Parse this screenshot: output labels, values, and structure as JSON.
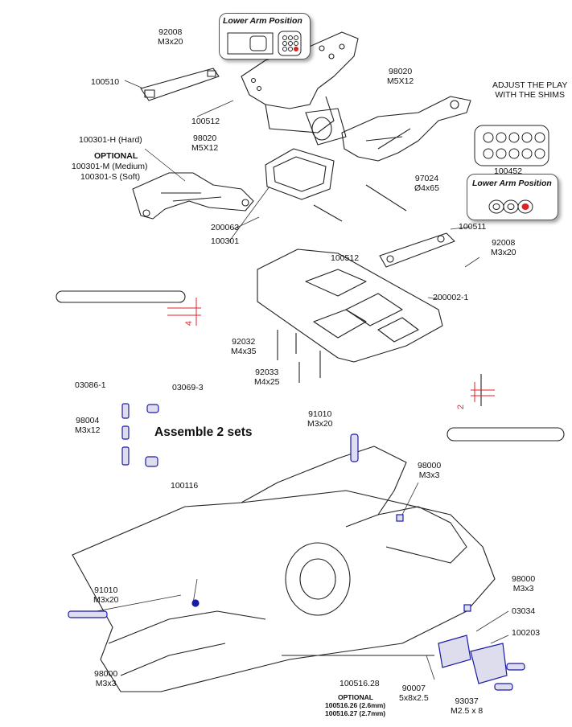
{
  "labels": {
    "p92008_top": {
      "num": "92008",
      "size": "M3x20"
    },
    "p100510": "100510",
    "p100512_top": "100512",
    "p98020_left": {
      "num": "98020",
      "size": "M5X12"
    },
    "p98020_right": {
      "num": "98020",
      "size": "M5X12"
    },
    "p100301h": "100301-H (Hard)",
    "optional": "OPTIONAL",
    "p100301m": "100301-M (Medium)",
    "p100301s": "100301-S (Soft)",
    "p200063": "200063",
    "p100301": "100301",
    "adjust": {
      "line1": "ADJUST THE PLAY",
      "line2": "WITH THE SHIMS"
    },
    "p100452": "100452",
    "p97024": {
      "num": "97024",
      "size": "Ø4x65"
    },
    "p100511": "100511",
    "p100512_mid": "100512",
    "p92008_mid": {
      "num": "92008",
      "size": "M3x20"
    },
    "p200002": "200002-1",
    "p92032": {
      "num": "92032",
      "size": "M4x35"
    },
    "p92033": {
      "num": "92033",
      "size": "M4x25"
    },
    "dim4": "4",
    "dim2": "2",
    "p03086": "03086-1",
    "p03069": "03069-3",
    "p98004": {
      "num": "98004",
      "size": "M3x12"
    },
    "assemble": "Assemble 2 sets",
    "p100116": "100116",
    "p91010_top": {
      "num": "91010",
      "size": "M3x20"
    },
    "p98000_top": {
      "num": "98000",
      "size": "M3x3"
    },
    "p91010_left": {
      "num": "91010",
      "size": "M3x20"
    },
    "p98000_right": {
      "num": "98000",
      "size": "M3x3"
    },
    "p03034": "03034",
    "p100203": "100203",
    "p98000_left": {
      "num": "98000",
      "size": "M3x3"
    },
    "p100516": "100516.28",
    "optional2": "OPTIONAL",
    "p100516_26": "100516.26 (2.6mm)",
    "p100516_27": "100516.27 (2.7mm)",
    "p90007": {
      "num": "90007",
      "size": "5x8x2.5"
    },
    "p93037": {
      "num": "93037",
      "size": "M2.5 x 8"
    }
  },
  "panels": {
    "lower_arm_top": "Lower Arm Position",
    "lower_arm_right": "Lower Arm Position"
  },
  "colors": {
    "line": "#222222",
    "highlight_blue": "#1a1aa8",
    "dimension_red": "#e0202a"
  }
}
